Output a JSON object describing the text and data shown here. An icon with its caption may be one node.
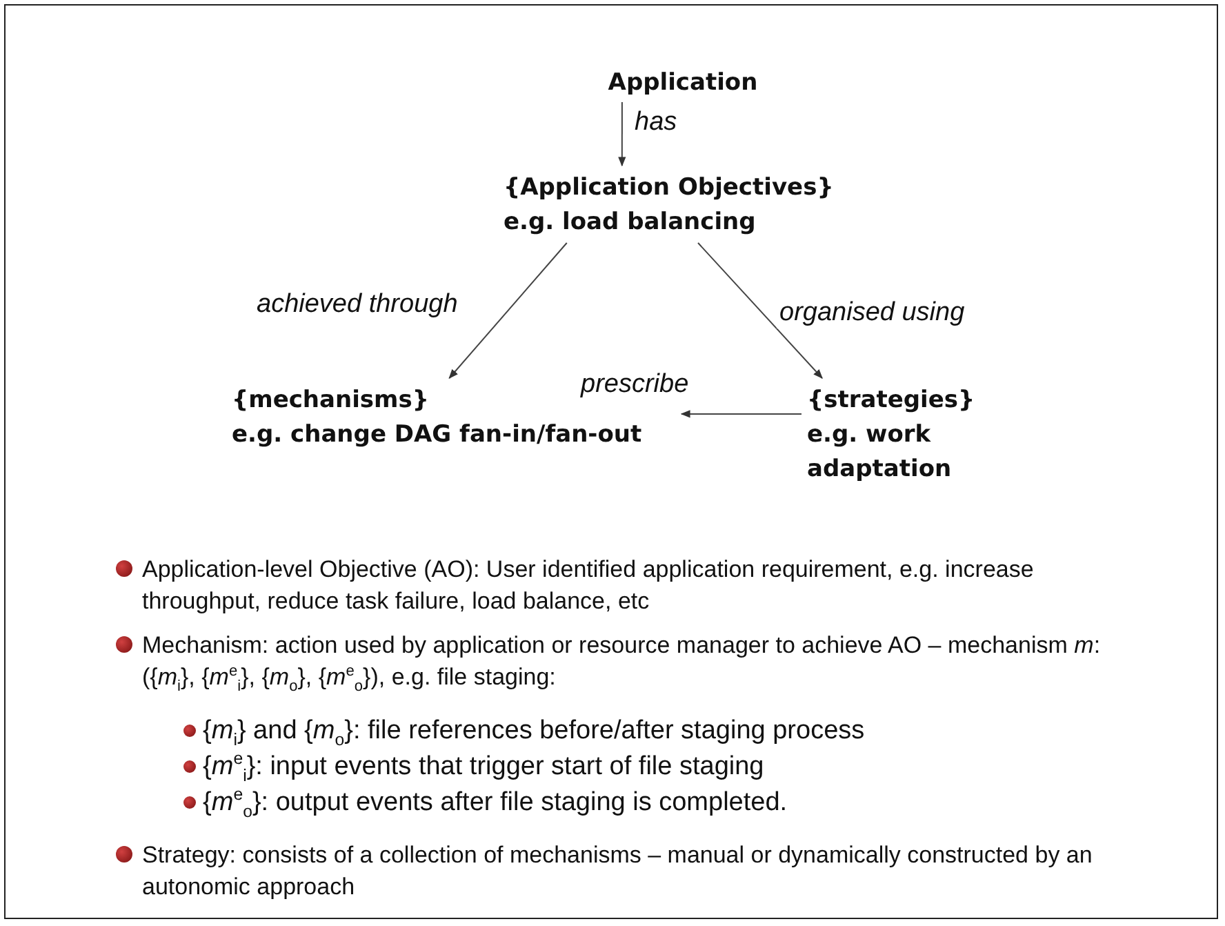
{
  "diagram": {
    "nodes": [
      {
        "text": [
          "Application"
        ]
      },
      {
        "text": [
          "{Application Objectives}",
          "e.g. load balancing"
        ]
      },
      {
        "text": [
          "{mechanisms}",
          "e.g. change DAG fan-in/fan-out"
        ]
      },
      {
        "text": [
          "{strategies}",
          "e.g. work adaptation"
        ]
      }
    ],
    "edges": [
      {
        "from": 0,
        "to": 1,
        "arrow": "to",
        "label": "has"
      },
      {
        "from": 1,
        "to": 2,
        "arrow": "to",
        "label": "achieved through"
      },
      {
        "from": 1,
        "to": 3,
        "arrow": "to",
        "label": "organised using"
      },
      {
        "from": 3,
        "to": 2,
        "arrow": "to",
        "label": "prescribe"
      }
    ],
    "labels": [
      "Application-level Objective (AO): User identified application requirement, e.g. increase throughput, reduce task failure, load balance, etc",
      "Mechanism: action used by application or resource manager to achieve AO – mechanism *m*: ({*m*$_{i}$}, {*m*$^{e}$$_{i}$}, {*m*$_{o}$}, {*m*$^{e}$$_{o}$}), e.g. file staging:",
      "{*m*$_{i}$} and {*m*$_{o}$}: file references before/after staging process",
      "{*m*$^{e}$$_{i}$}: input events that trigger start of file staging",
      "{*m*$^{e}$$_{o}$}: output events after file staging is completed.",
      "Strategy: consists of a collection of mechanisms – manual or dynamically constructed by an autonomic approach"
    ]
  }
}
